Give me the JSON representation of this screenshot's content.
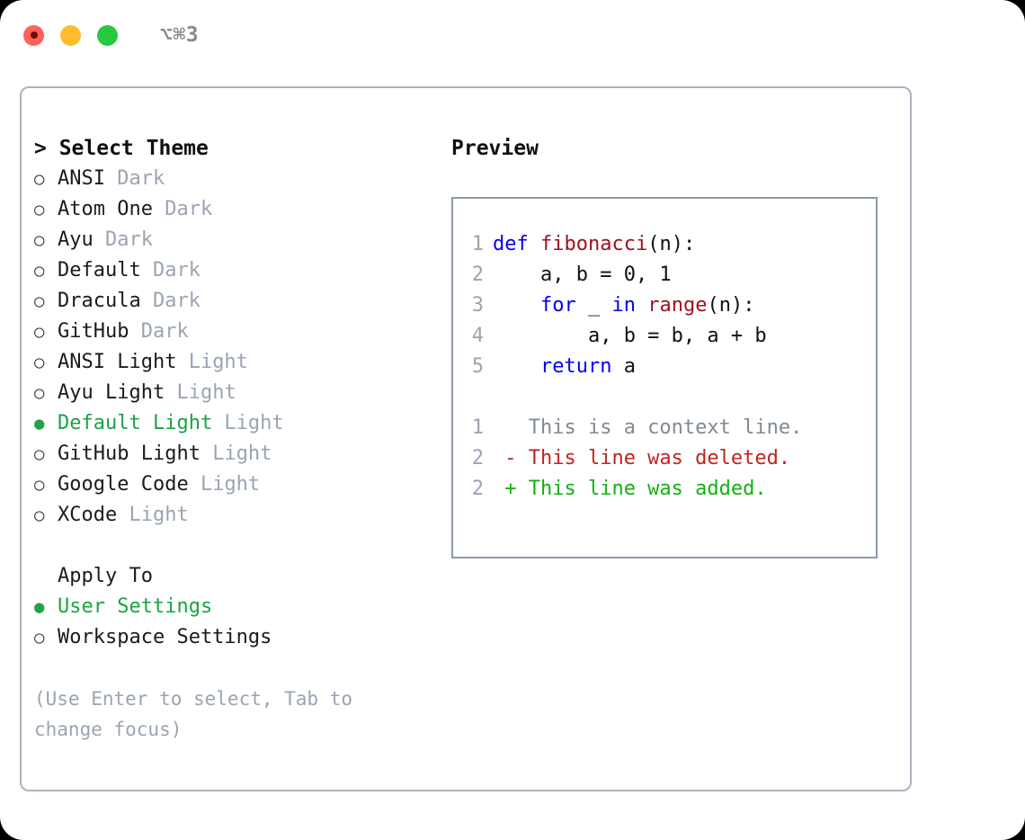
{
  "titlebar": {
    "shortcut": "⌥⌘3",
    "buttons": [
      "close",
      "minimize",
      "maximize"
    ]
  },
  "theme_picker": {
    "header": "> Select Theme",
    "marker_unselected": "○",
    "marker_selected": "●",
    "items": [
      {
        "label": "ANSI",
        "suffix": " Dark",
        "selected": false
      },
      {
        "label": "Atom One",
        "suffix": " Dark",
        "selected": false
      },
      {
        "label": "Ayu",
        "suffix": " Dark",
        "selected": false
      },
      {
        "label": "Default",
        "suffix": " Dark",
        "selected": false
      },
      {
        "label": "Dracula",
        "suffix": " Dark",
        "selected": false
      },
      {
        "label": "GitHub",
        "suffix": " Dark",
        "selected": false
      },
      {
        "label": "ANSI Light",
        "suffix": " Light",
        "selected": false
      },
      {
        "label": "Ayu Light",
        "suffix": " Light",
        "selected": false
      },
      {
        "label": "Default Light",
        "suffix": " Light",
        "selected": true
      },
      {
        "label": "GitHub Light",
        "suffix": " Light",
        "selected": false
      },
      {
        "label": "Google Code",
        "suffix": " Light",
        "selected": false
      },
      {
        "label": "XCode",
        "suffix": " Light",
        "selected": false
      }
    ]
  },
  "apply_to": {
    "header": "Apply To",
    "items": [
      {
        "label": "User Settings",
        "selected": true
      },
      {
        "label": "Workspace Settings",
        "selected": false
      }
    ]
  },
  "hint": "(Use Enter to select, Tab to change focus)",
  "preview": {
    "title": "Preview",
    "code_lines": [
      {
        "no": "1",
        "tokens": [
          {
            "t": "def ",
            "c": "kw"
          },
          {
            "t": "fibonacci",
            "c": "fn"
          },
          {
            "t": "(n):",
            "c": "pl"
          }
        ]
      },
      {
        "no": "2",
        "tokens": [
          {
            "t": "    a, b = 0, 1",
            "c": "pl"
          }
        ]
      },
      {
        "no": "3",
        "tokens": [
          {
            "t": "    ",
            "c": "pl"
          },
          {
            "t": "for",
            "c": "kw"
          },
          {
            "t": " _ ",
            "c": "pl"
          },
          {
            "t": "in",
            "c": "kw"
          },
          {
            "t": " ",
            "c": "pl"
          },
          {
            "t": "range",
            "c": "fn"
          },
          {
            "t": "(n):",
            "c": "pl"
          }
        ]
      },
      {
        "no": "4",
        "tokens": [
          {
            "t": "        a, b = b, a + b",
            "c": "pl"
          }
        ]
      },
      {
        "no": "5",
        "tokens": [
          {
            "t": "    ",
            "c": "pl"
          },
          {
            "t": "return",
            "c": "kw"
          },
          {
            "t": " a",
            "c": "pl"
          }
        ]
      }
    ],
    "diff_lines": [
      {
        "no": "1",
        "tokens": [
          {
            "t": "   This is a context line.",
            "c": "ctx"
          }
        ]
      },
      {
        "no": "2",
        "tokens": [
          {
            "t": " - This line was deleted.",
            "c": "del"
          }
        ]
      },
      {
        "no": "2",
        "tokens": [
          {
            "t": " + This line was added.",
            "c": "add"
          }
        ]
      }
    ]
  },
  "colors": {
    "selection_green": "#18a444",
    "muted_grey": "#9aa4b2",
    "keyword_blue": "#0000ee",
    "function_red": "#a01020",
    "diff_deleted": "#c0241f",
    "diff_added": "#11b211",
    "panel_border": "#aab4c0",
    "preview_border": "#8e9aaa"
  }
}
